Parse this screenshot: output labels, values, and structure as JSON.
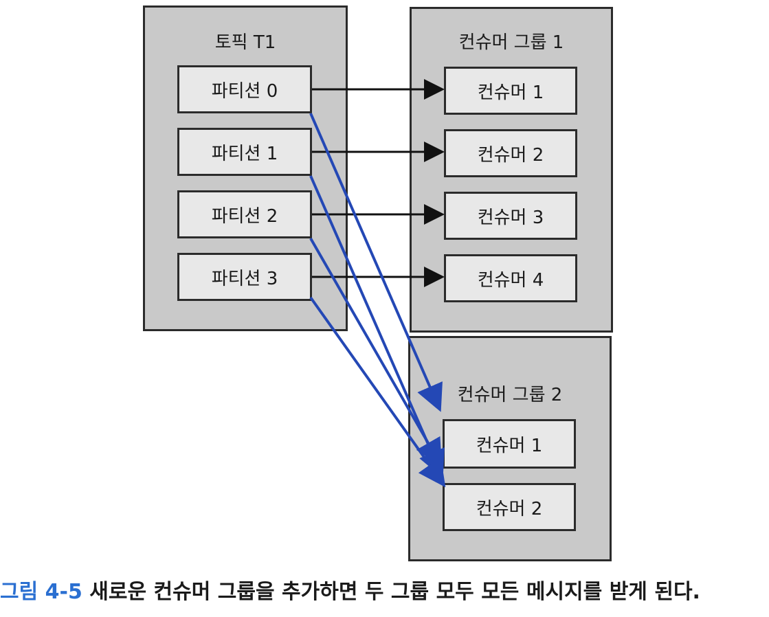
{
  "topic": {
    "title": "토픽 T1",
    "partitions": [
      "파티션 0",
      "파티션 1",
      "파티션 2",
      "파티션 3"
    ]
  },
  "group1": {
    "title": "컨슈머 그룹 1",
    "consumers": [
      "컨슈머 1",
      "컨슈머 2",
      "컨슈머 3",
      "컨슈머 4"
    ]
  },
  "group2": {
    "title": "컨슈머 그룹 2",
    "consumers": [
      "컨슈머 1",
      "컨슈머 2"
    ]
  },
  "caption": {
    "label": "그림 4-5",
    "text": "새로운 컨슈머 그룹을 추가하면 두 그룹 모두 모든 메시지를 받게 된다."
  },
  "colors": {
    "group1_edges": "#111111",
    "group2_edges": "#2448b5",
    "caption_label": "#2a6fd1"
  },
  "edges": {
    "group1": [
      {
        "from": "파티션 0",
        "to": "컨슈머 1"
      },
      {
        "from": "파티션 1",
        "to": "컨슈머 2"
      },
      {
        "from": "파티션 2",
        "to": "컨슈머 3"
      },
      {
        "from": "파티션 3",
        "to": "컨슈머 4"
      }
    ],
    "group2": [
      {
        "from": "파티션 0",
        "to": "컨슈머 1"
      },
      {
        "from": "파티션 1",
        "to": "컨슈머 2"
      },
      {
        "from": "파티션 2",
        "to": "컨슈머 1"
      },
      {
        "from": "파티션 3",
        "to": "컨슈머 2"
      }
    ]
  }
}
